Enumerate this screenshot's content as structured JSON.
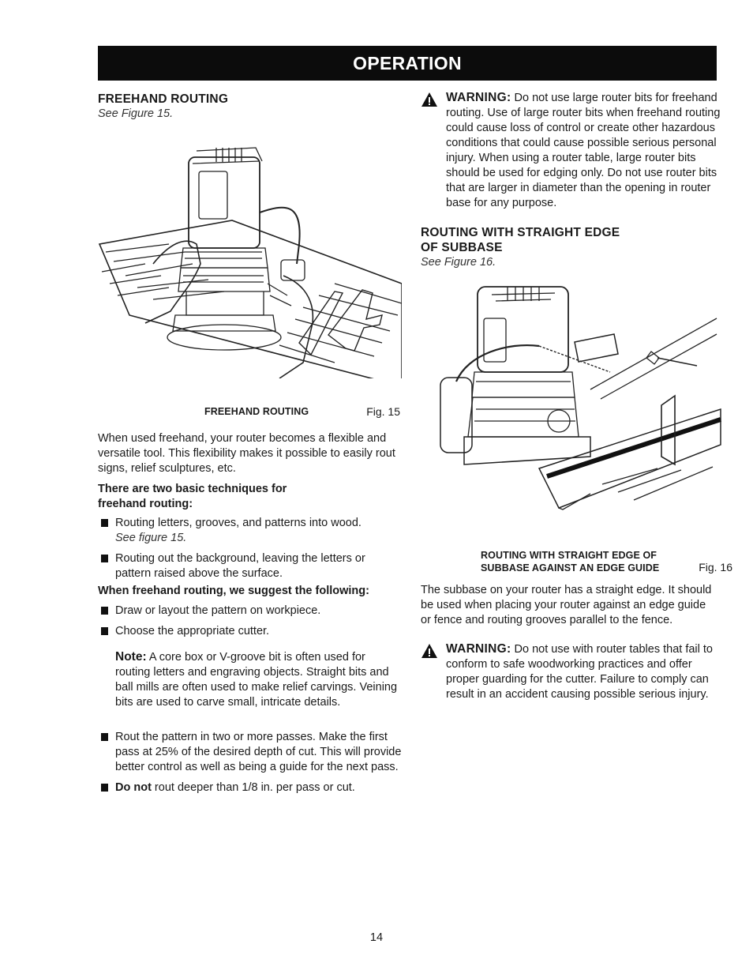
{
  "header": {
    "title": "OPERATION"
  },
  "left": {
    "section_title": "FREEHAND ROUTING",
    "see_figure": "See Figure 15.",
    "figure": {
      "caption": "FREEHAND ROUTING",
      "number": "Fig. 15"
    },
    "intro": "When used freehand, your router becomes a flexible and versatile tool. This flexibility makes it possible to easily rout signs, relief sculptures, etc.",
    "techniques_heading": "There are two basic techniques for freehand routing:",
    "techniques": [
      {
        "text": "Routing letters, grooves, and patterns into wood.",
        "see": "See figure 15."
      },
      {
        "text": "Routing out the background, leaving the letters or pattern raised above the surface."
      }
    ],
    "suggest_heading": "When freehand routing, we suggest the following:",
    "suggestions": [
      "Draw or layout the pattern on workpiece.",
      "Choose the appropriate cutter."
    ],
    "note": {
      "label": "Note:",
      "text": "A core box or V-groove bit is often used for routing letters and engraving objects. Straight bits and ball mills are often used to make relief carvings. Veining bits are used to carve small, intricate details."
    },
    "more_bullets": [
      {
        "text": "Rout the pattern in two or more passes. Make the first pass at 25% of the desired depth of cut. This will provide better control as well as being a guide for the next pass."
      },
      {
        "bold": "Do not",
        "text": " rout deeper than 1/8 in. per pass or cut."
      }
    ]
  },
  "right": {
    "warning1": {
      "label": "WARNING:",
      "text": "Do not use large router bits for freehand routing. Use of large router bits when freehand routing could cause loss of control or create other hazardous conditions that could cause possible serious personal injury. When using a router table, large router bits should be used for edging only. Do not use router bits that are larger in diameter than the opening in router base for any purpose."
    },
    "section_title_line1": "ROUTING WITH STRAIGHT EDGE",
    "section_title_line2": "OF SUBBASE",
    "see_figure": "See Figure 16.",
    "figure": {
      "caption_line1": "ROUTING WITH STRAIGHT EDGE OF",
      "caption_line2": "SUBBASE AGAINST AN EDGE GUIDE",
      "number": "Fig. 16"
    },
    "body": "The subbase on your router has a straight edge. It should be used when placing your router against an edge guide or fence and routing grooves parallel to the fence.",
    "warning2": {
      "label": "WARNING:",
      "text": "Do not use with router tables that fail to conform to safe woodworking practices and offer proper guarding for the cutter. Failure to comply can result in an accident causing possible serious injury."
    }
  },
  "footer": {
    "page_number": "14"
  },
  "colors": {
    "banner_bg": "#0c0c0c",
    "banner_text": "#ffffff",
    "text": "#1a1a1a"
  }
}
